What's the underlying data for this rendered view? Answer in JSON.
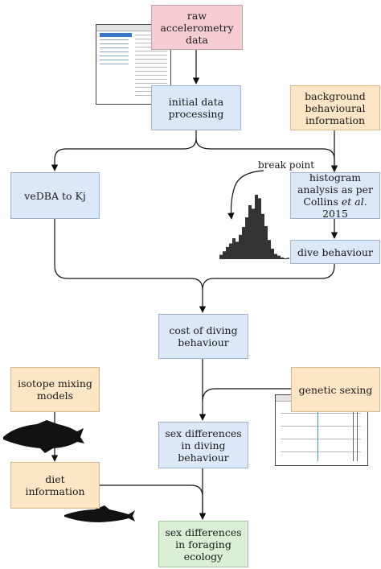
{
  "boxes": {
    "raw": "raw accelerometry data",
    "initial": "initial data processing",
    "background": "background behavioural information",
    "vedba": "veDBA to Kj",
    "histogram": "histogram analysis as per Collins",
    "histogram_italic": "et al.",
    "histogram_year": "2015",
    "dive": "dive behaviour",
    "cost": "cost of diving behaviour",
    "isotope": "isotope mixing models",
    "genetic": "genetic sexing",
    "sexdiff_dive": "sex differences in diving behaviour",
    "diet": "diet information",
    "sexdiff_forage": "sex differences in foraging ecology"
  },
  "annotations": {
    "break_point": "break point"
  },
  "colors": {
    "blue": "#dce8f7",
    "pink": "#f6cdd3",
    "orange": "#fde6c6",
    "green": "#daefd6",
    "silhouette": "#111111",
    "histogram": "#333333"
  },
  "histogram": {
    "heights": [
      5,
      9,
      14,
      18,
      24,
      20,
      28,
      37,
      48,
      62,
      58,
      74,
      70,
      52,
      38,
      22,
      12,
      6,
      4,
      2,
      1
    ]
  }
}
